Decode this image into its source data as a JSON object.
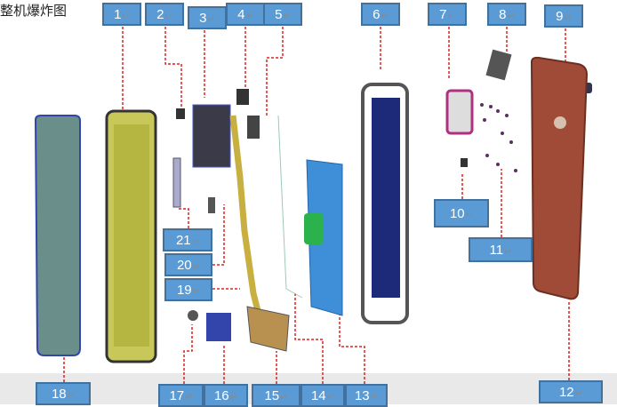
{
  "title": "整机爆炸图",
  "labels": [
    "1",
    "2",
    "3",
    "4",
    "5",
    "6",
    "7",
    "8",
    "9",
    "10",
    "11",
    "12",
    "13",
    "14",
    "15",
    "16",
    "17",
    "18",
    "19",
    "20",
    "21"
  ],
  "colors": {
    "label_fill": "#5b9bd5",
    "label_border": "#41719c",
    "leader": "#e0201e"
  }
}
